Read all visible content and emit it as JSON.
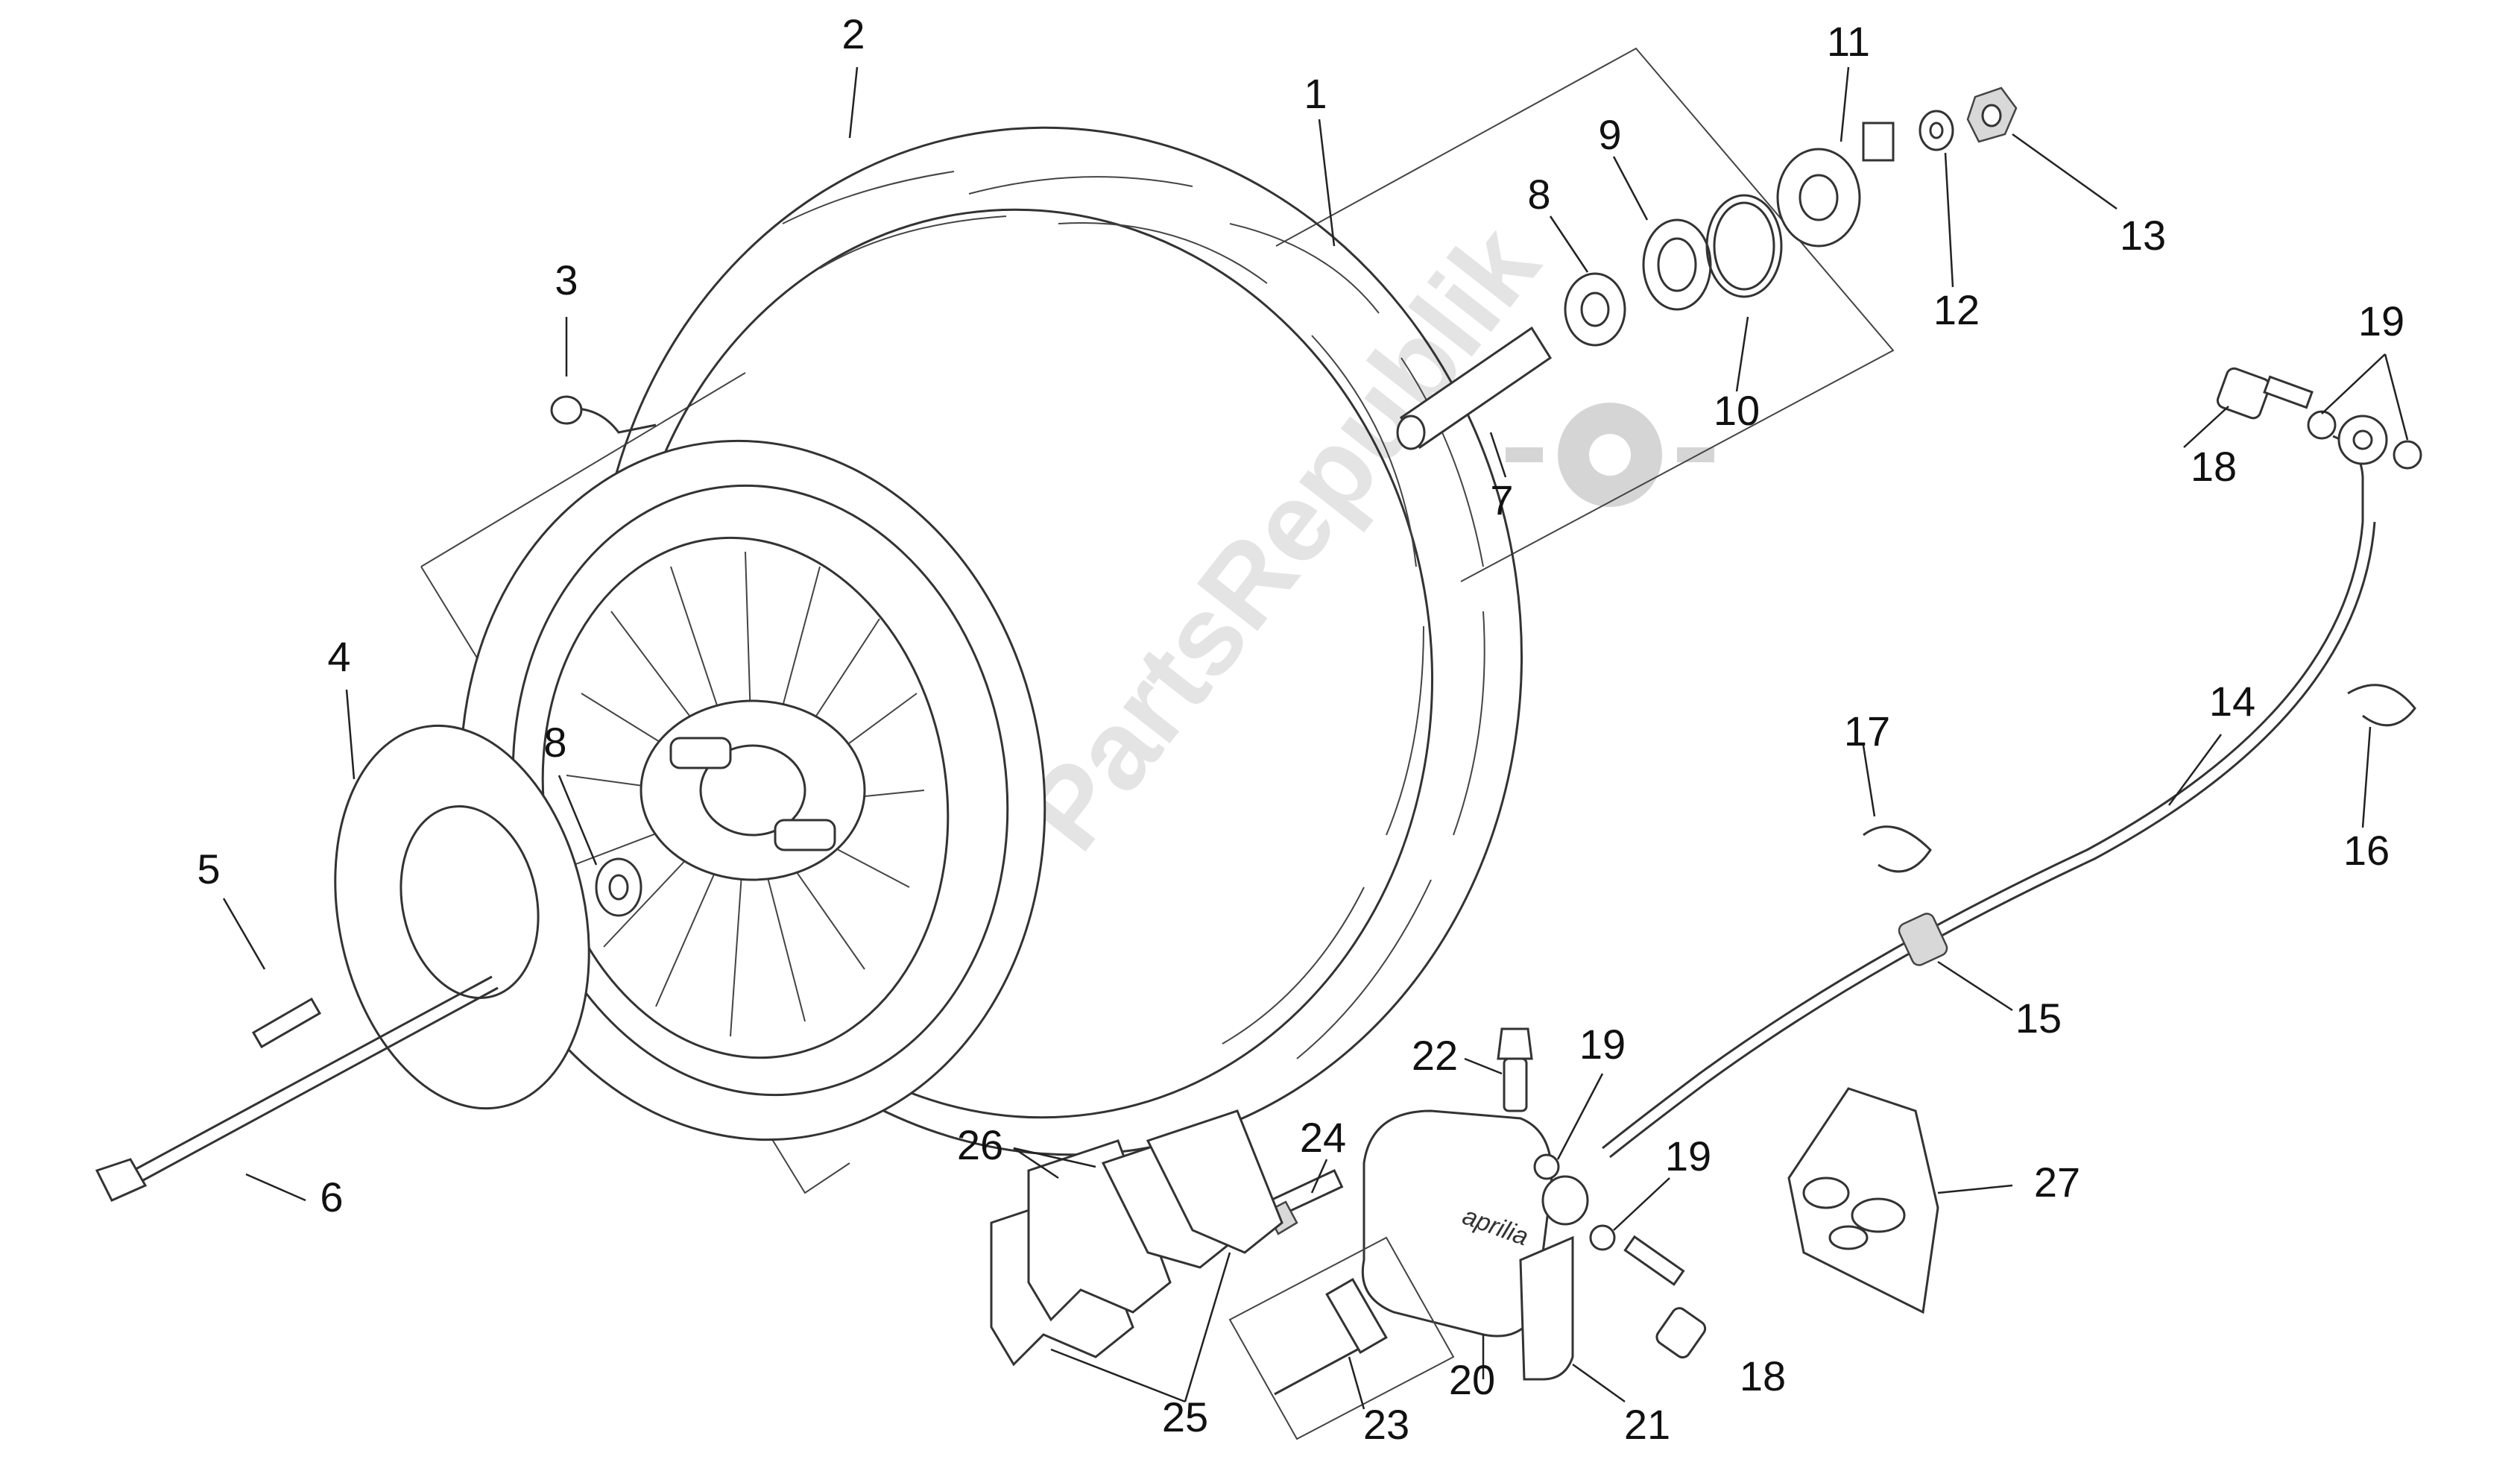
{
  "watermark": {
    "text": "PartsRepublik"
  },
  "parts": [
    {
      "number": "1"
    },
    {
      "number": "2"
    },
    {
      "number": "3"
    },
    {
      "number": "4"
    },
    {
      "number": "5"
    },
    {
      "number": "6"
    },
    {
      "number": "7"
    },
    {
      "number": "8"
    },
    {
      "number": "8"
    },
    {
      "number": "9"
    },
    {
      "number": "10"
    },
    {
      "number": "11"
    },
    {
      "number": "12"
    },
    {
      "number": "13"
    },
    {
      "number": "14"
    },
    {
      "number": "15"
    },
    {
      "number": "16"
    },
    {
      "number": "17"
    },
    {
      "number": "18"
    },
    {
      "number": "18"
    },
    {
      "number": "19"
    },
    {
      "number": "19"
    },
    {
      "number": "19"
    },
    {
      "number": "20"
    },
    {
      "number": "21"
    },
    {
      "number": "22"
    },
    {
      "number": "23"
    },
    {
      "number": "24"
    },
    {
      "number": "25"
    },
    {
      "number": "26"
    },
    {
      "number": "27"
    }
  ],
  "caliper_brand": "aprilia"
}
